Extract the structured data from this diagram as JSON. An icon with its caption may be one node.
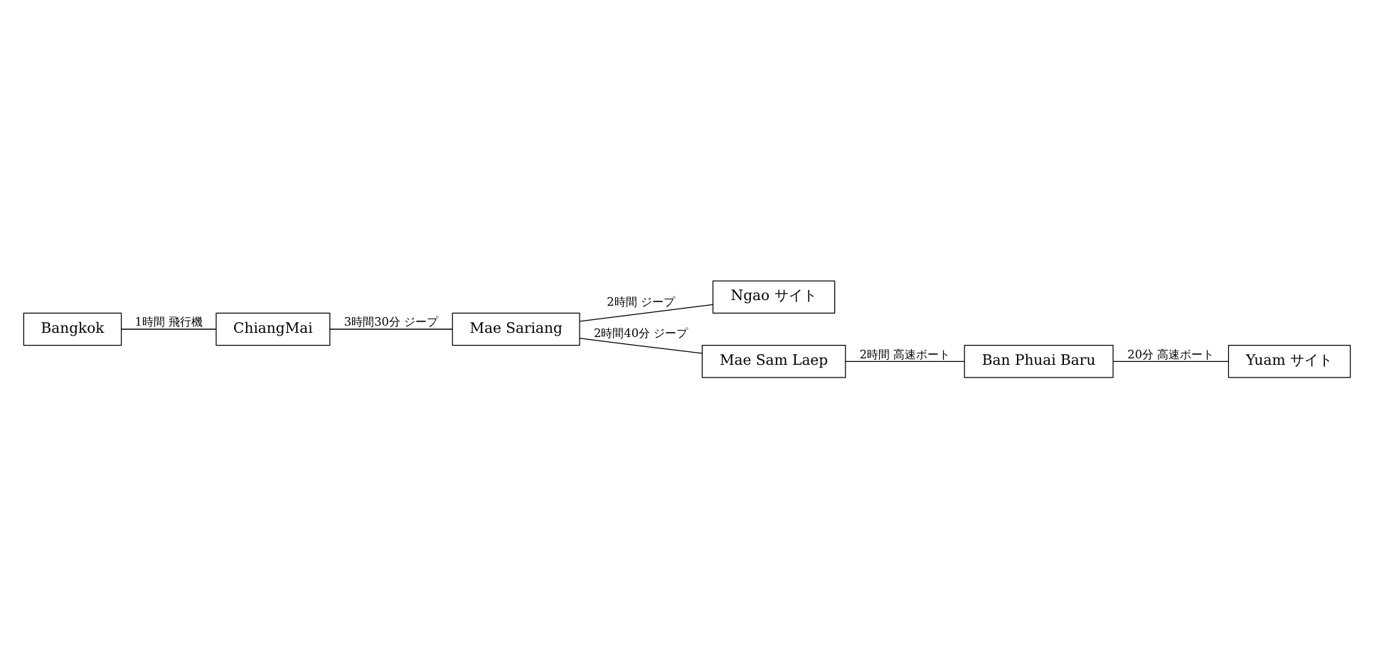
{
  "diagram": {
    "nodes": [
      {
        "text": [
          "Bangkok"
        ]
      },
      {
        "text": [
          "ChiangMai"
        ]
      },
      {
        "text": [
          "Mae Sariang"
        ]
      },
      {
        "text": [
          "Ngao サイト"
        ]
      },
      {
        "text": [
          "Mae Sam Laep"
        ]
      },
      {
        "text": [
          "Ban Phuai Baru"
        ]
      },
      {
        "text": [
          "Yuam サイト"
        ]
      }
    ],
    "edges": [
      {
        "from": 0,
        "to": 1,
        "arrow": "none",
        "label": "1時間 飛行機"
      },
      {
        "from": 1,
        "to": 2,
        "arrow": "none",
        "label": "3時間30分 ジープ"
      },
      {
        "from": 2,
        "to": 3,
        "arrow": "none",
        "label": "2時間 ジープ"
      },
      {
        "from": 2,
        "to": 4,
        "arrow": "none",
        "label": "2時間40分 ジープ"
      },
      {
        "from": 4,
        "to": 5,
        "arrow": "none",
        "label": "2時間 高速ボート"
      },
      {
        "from": 5,
        "to": 6,
        "arrow": "none",
        "label": "20分 高速ボート"
      }
    ]
  }
}
